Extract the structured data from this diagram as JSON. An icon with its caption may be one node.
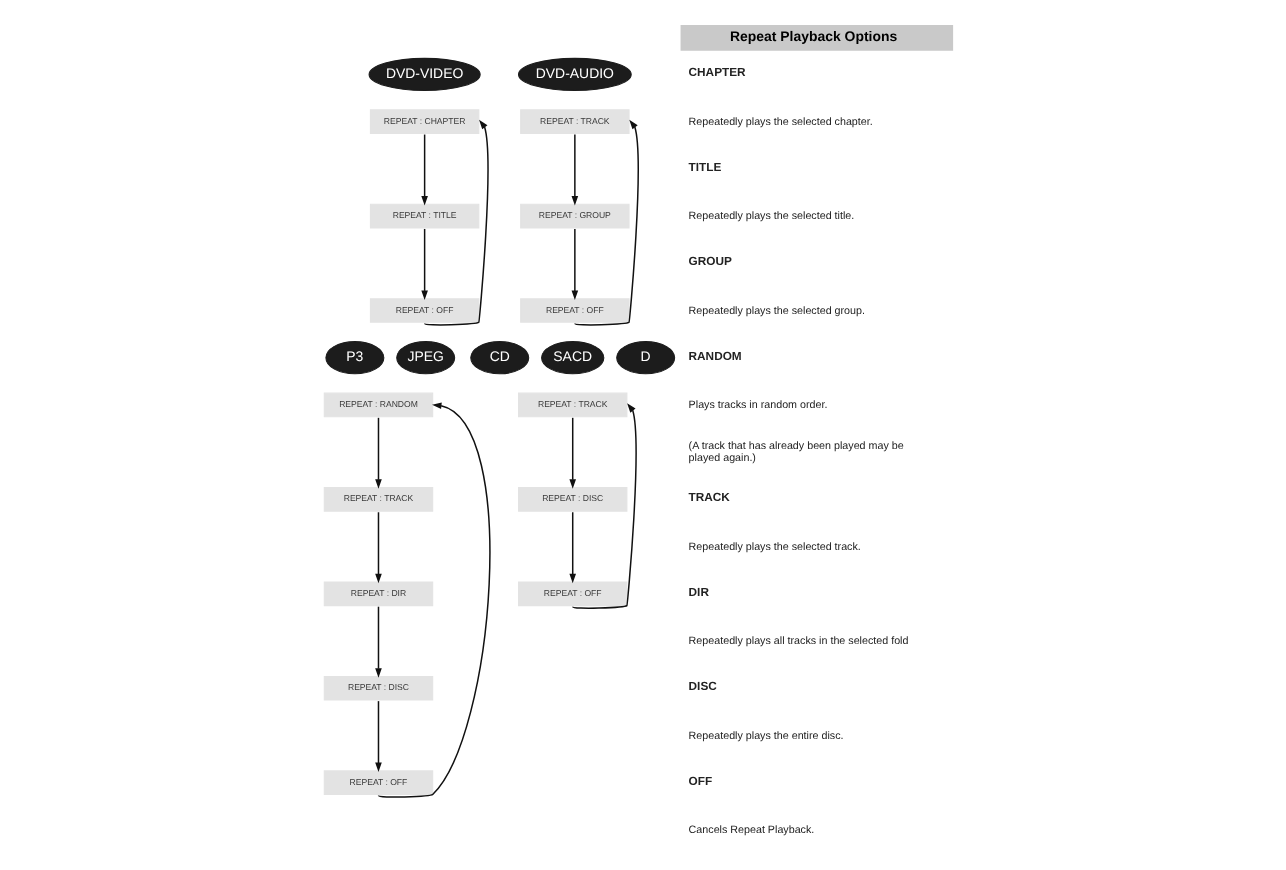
{
  "diagram": {
    "title": "Repeat Playback Options",
    "nodes": [
      {
        "text": [
          "DVD-VIDEO"
        ]
      },
      {
        "text": [
          "REPEAT : CHAPTER"
        ]
      },
      {
        "text": [
          "REPEAT : TITLE"
        ]
      },
      {
        "text": [
          "REPEAT : OFF"
        ]
      },
      {
        "text": [
          "P3"
        ]
      },
      {
        "text": [
          "JPEG"
        ]
      },
      {
        "text": [
          "REPEAT : RANDOM"
        ]
      },
      {
        "text": [
          "REPEAT : TRACK"
        ]
      },
      {
        "text": [
          "REPEAT : DIR"
        ]
      },
      {
        "text": [
          "REPEAT : DISC"
        ]
      },
      {
        "text": [
          "REPEAT : OFF"
        ]
      },
      {
        "text": [
          "DVD-AUDIO"
        ]
      },
      {
        "text": [
          "REPEAT : TRACK"
        ]
      },
      {
        "text": [
          "REPEAT : GROUP"
        ]
      },
      {
        "text": [
          "REPEAT : OFF"
        ]
      },
      {
        "text": [
          "CD"
        ]
      },
      {
        "text": [
          "SACD"
        ]
      },
      {
        "text": [
          "D"
        ]
      },
      {
        "text": [
          "REPEAT : TRACK"
        ]
      },
      {
        "text": [
          "REPEAT : DISC"
        ]
      },
      {
        "text": [
          "REPEAT : OFF"
        ]
      }
    ],
    "edges": [
      {
        "from": 1,
        "to": 2,
        "arrow": "to"
      },
      {
        "from": 2,
        "to": 3,
        "arrow": "to"
      },
      {
        "from": 3,
        "to": 1,
        "arrow": "to"
      },
      {
        "from": 6,
        "to": 7,
        "arrow": "to"
      },
      {
        "from": 7,
        "to": 8,
        "arrow": "to"
      },
      {
        "from": 8,
        "to": 9,
        "arrow": "to"
      },
      {
        "from": 9,
        "to": 10,
        "arrow": "to"
      },
      {
        "from": 10,
        "to": 6,
        "arrow": "to"
      },
      {
        "from": 12,
        "to": 13,
        "arrow": "to"
      },
      {
        "from": 13,
        "to": 14,
        "arrow": "to"
      },
      {
        "from": 14,
        "to": 12,
        "arrow": "to"
      },
      {
        "from": 18,
        "to": 19,
        "arrow": "to"
      },
      {
        "from": 19,
        "to": 20,
        "arrow": "to"
      },
      {
        "from": 20,
        "to": 18,
        "arrow": "to"
      }
    ],
    "labels": [
      "CHAPTER",
      "Repeatedly plays the selected chapter.",
      "TITLE",
      "Repeatedly plays the selected title.",
      "GROUP",
      "Repeatedly plays the selected group.",
      "RANDOM",
      "Plays tracks in random order.",
      "(A track that has already been played may be played again.)",
      "TRACK",
      "Repeatedly plays the selected track.",
      "DIR",
      "Repeatedly plays all tracks in the selected fold",
      "DISC",
      "Repeatedly plays the entire disc.",
      "OFF",
      "Cancels Repeat Playback."
    ]
  }
}
